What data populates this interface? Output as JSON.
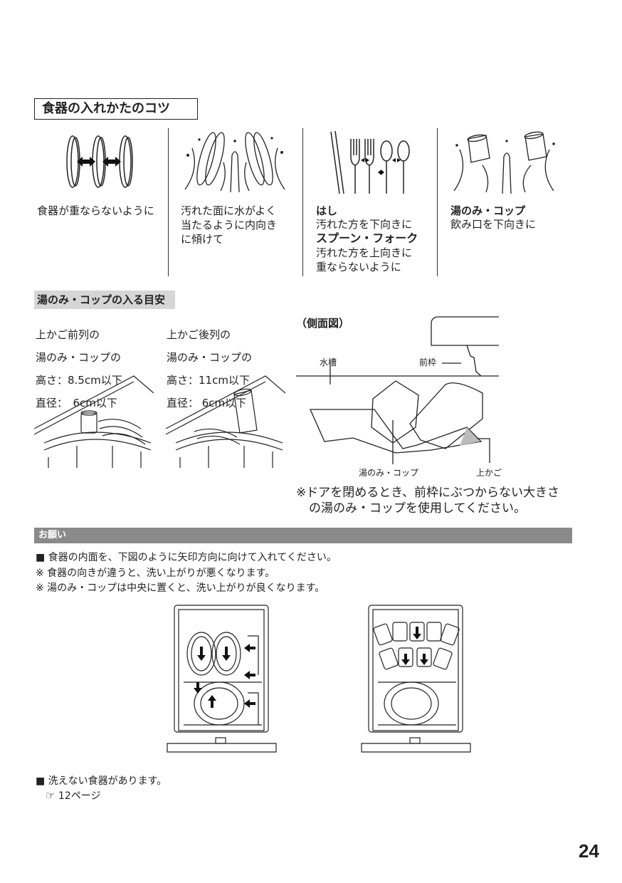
{
  "section_title": "食器の入れかたのコツ",
  "tips": [
    {
      "caption": "食器が重ならないように"
    },
    {
      "caption": "汚れた面に水がよく\n当たるように内向き\nに傾けて"
    },
    {
      "heading1": "はし",
      "text1": "汚れた方を下向きに",
      "heading2": "スプーン・フォーク",
      "text2": "汚れた方を上向きに\n重ならないように"
    },
    {
      "heading1": "湯のみ・コップ",
      "text1": "飲み口を下向きに"
    }
  ],
  "cup_guide": {
    "title": "湯のみ・コップの入る目安",
    "front": {
      "line1": "上かご前列の",
      "line2": "湯のみ・コップの",
      "line3": "高さ：8.5cm以下",
      "line4": "直径：　6cm以下"
    },
    "rear": {
      "line1": "上かご後列の",
      "line2": "湯のみ・コップの",
      "line3": "高さ：11cm以下",
      "line4": "直径：  6cm以下"
    },
    "side_view": {
      "title": "（側面図）",
      "label_tank": "水槽",
      "label_front_frame": "前枠",
      "label_cup": "湯のみ・コップ",
      "label_basket": "上かご"
    },
    "note_line1": "※ドアを閉めるとき、前枠にぶつからない大きさ",
    "note_line2": "の湯のみ・コップを使用してください。"
  },
  "request": {
    "bar_label": "お願い",
    "line1": "■ 食器の内面を、下図のように矢印方向に向けて入れてください。",
    "line2": "※ 食器の向きが違うと、洗い上がりが悪くなります。",
    "line3": "※ 湯のみ・コップは中央に置くと、洗い上がりが良くなります。"
  },
  "not_washable": {
    "line1": "■ 洗えない食器があります。",
    "ref_icon": "pointing-hand-icon",
    "ref_text": "12ページ"
  },
  "page_number": "24"
}
